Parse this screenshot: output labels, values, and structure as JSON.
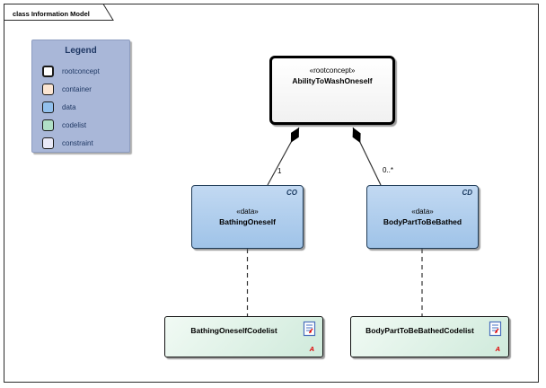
{
  "frame": {
    "tab_label": "class Information Model"
  },
  "legend": {
    "title": "Legend",
    "items": [
      {
        "label": "rootconcept",
        "color": "#ffffff"
      },
      {
        "label": "container",
        "color": "#fbe5d2"
      },
      {
        "label": "data",
        "color": "#92c0ed"
      },
      {
        "label": "codelist",
        "color": "#b0dfc6"
      },
      {
        "label": "constraint",
        "color": "#e9e9f7"
      }
    ]
  },
  "nodes": {
    "root": {
      "stereotype": "«rootconcept»",
      "name": "AbilityToWashOneself"
    },
    "left_data": {
      "stereotype": "«data»",
      "name": "BathingOneself",
      "tag": "CO"
    },
    "right_data": {
      "stereotype": "«data»",
      "name": "BodyPartToBeBathed",
      "tag": "CD"
    },
    "left_codelist": {
      "name": "BathingOneselfCodelist",
      "indicator": "A"
    },
    "right_codelist": {
      "name": "BodyPartToBeBathedCodelist",
      "indicator": "A"
    }
  },
  "connectors": {
    "left_multiplicity": "1",
    "right_multiplicity": "0..*"
  },
  "colors": {
    "legend_background": "#a9b7d8",
    "legend_text": "#1f3864",
    "data_fill": "#aecdf0",
    "codelist_fill": "#d9f0e2",
    "root_border": "#000000",
    "indicator_red": "#e00000"
  }
}
